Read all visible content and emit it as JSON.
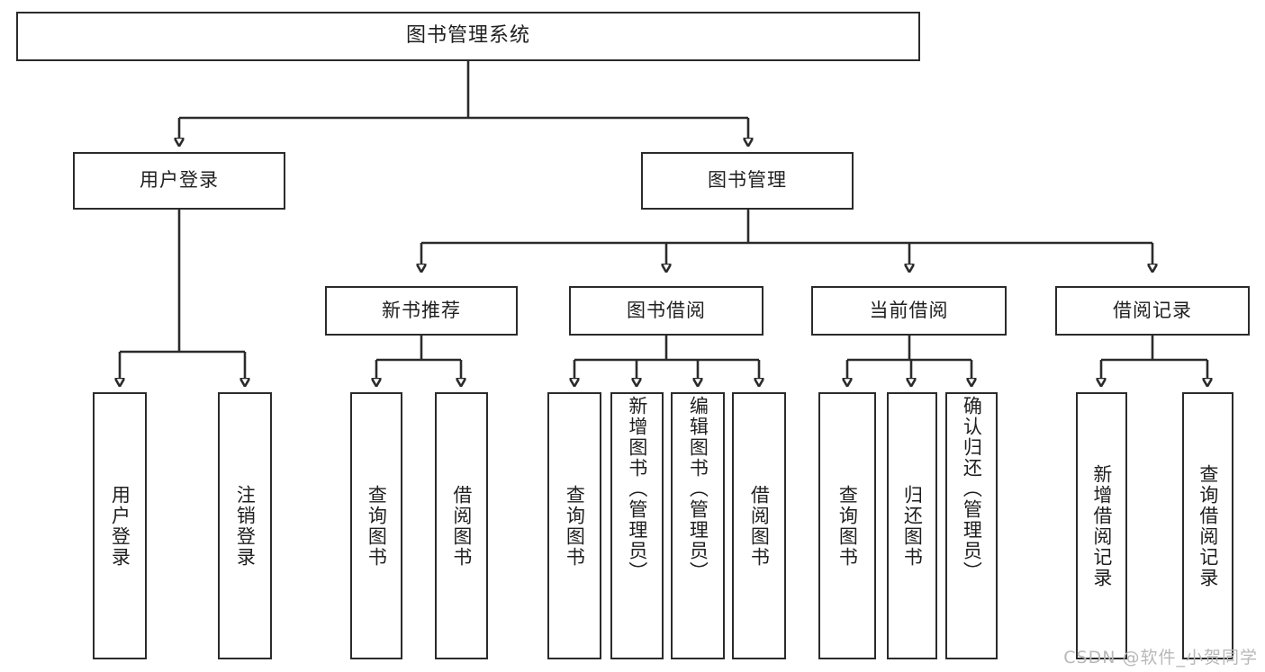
{
  "diagram": {
    "type": "hierarchy-tree",
    "title": "图书管理系统",
    "levels": 4,
    "root": {
      "label": "图书管理系统"
    },
    "level2": [
      {
        "label": "用户登录"
      },
      {
        "label": "图书管理"
      }
    ],
    "level3": [
      {
        "label": "新书推荐"
      },
      {
        "label": "图书借阅"
      },
      {
        "label": "当前借阅"
      },
      {
        "label": "借阅记录"
      }
    ],
    "leaves": {
      "user_login": [
        {
          "label": "用户登录"
        },
        {
          "label": "注销登录"
        }
      ],
      "new_book_recommend": [
        {
          "label": "查询图书"
        },
        {
          "label": "借阅图书"
        }
      ],
      "book_borrow": [
        {
          "label": "查询图书"
        },
        {
          "label": "新增图书（管理员）"
        },
        {
          "label": "编辑图书（管理员）"
        },
        {
          "label": "借阅图书"
        }
      ],
      "current_borrow": [
        {
          "label": "查询图书"
        },
        {
          "label": "归还图书"
        },
        {
          "label": "确认归还（管理员）"
        }
      ],
      "borrow_record": [
        {
          "label": "新增借阅记录"
        },
        {
          "label": "查询借阅记录"
        }
      ]
    }
  },
  "watermark": {
    "text": "CSDN @软件_小贺同学"
  },
  "colors": {
    "border": "#2b2b2b",
    "background": "#ffffff",
    "text": "#1f1f1f",
    "watermark": "#b8b8b8"
  }
}
